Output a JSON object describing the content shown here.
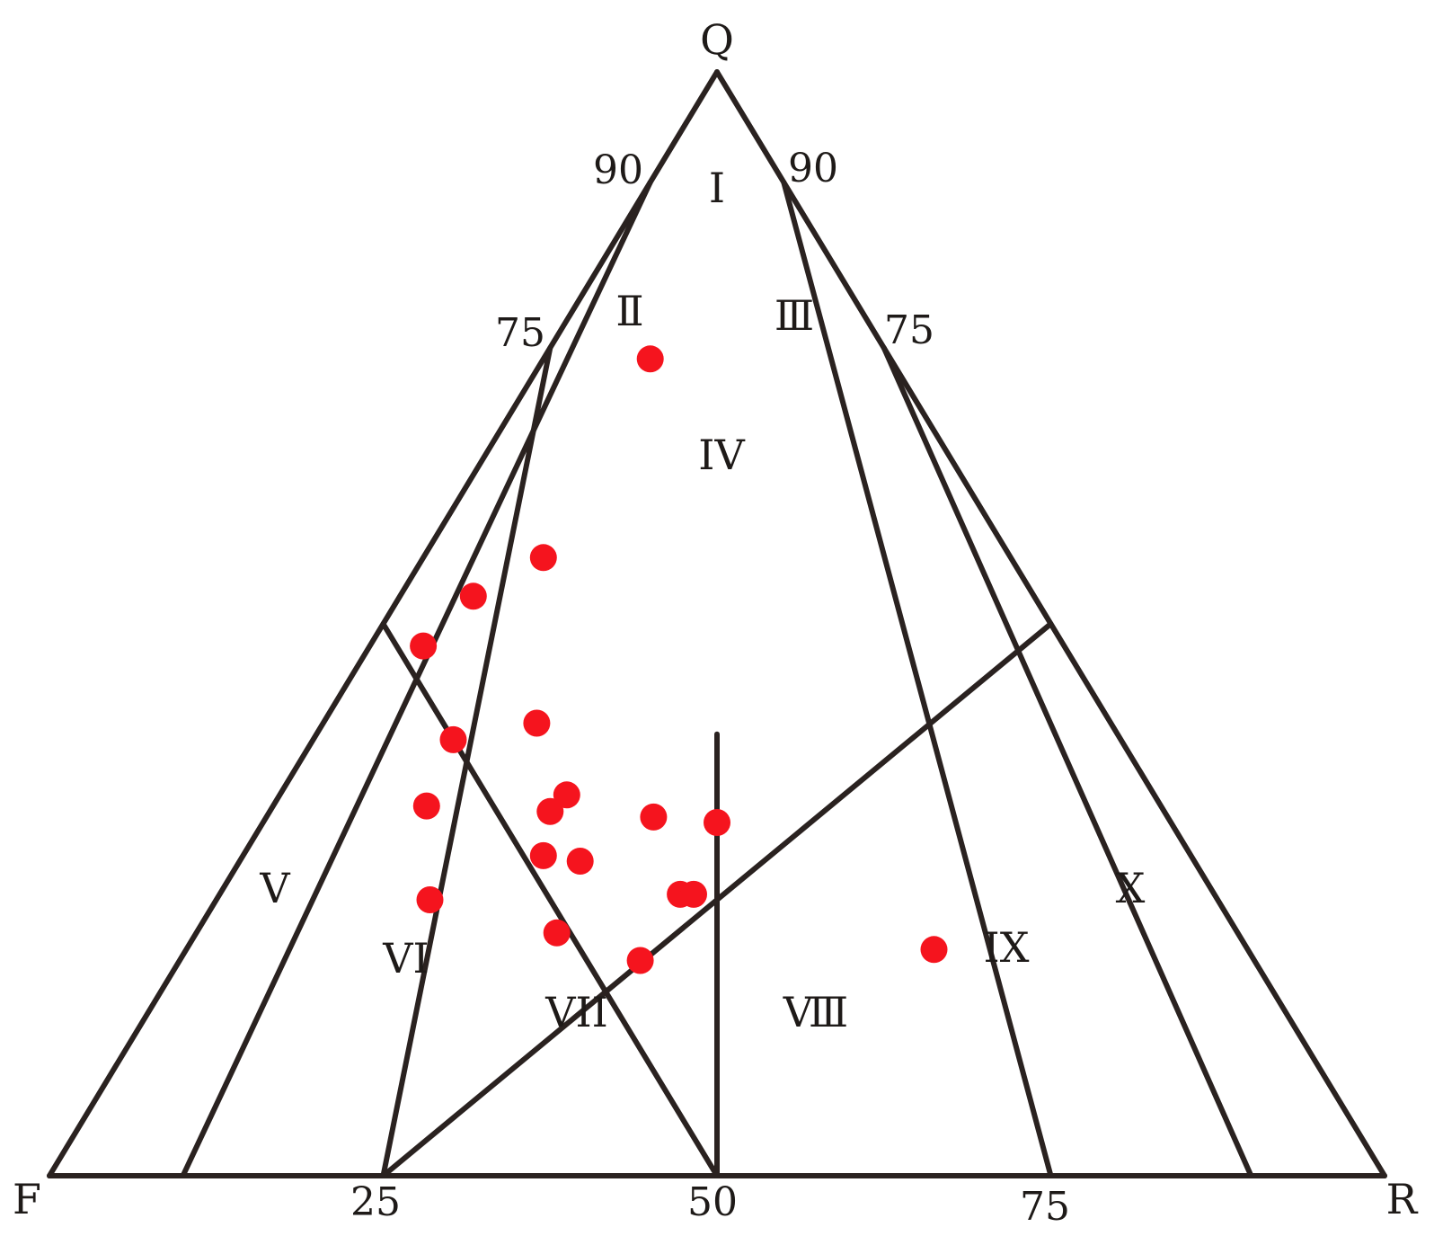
{
  "chart_data": {
    "type": "ternary-scatter",
    "vertices": {
      "top": "Q",
      "left": "F",
      "right": "R"
    },
    "axis_ticks": {
      "left_side": [
        "90",
        "75"
      ],
      "right_side": [
        "90",
        "75"
      ],
      "base": [
        "25",
        "50",
        "75"
      ]
    },
    "regions": [
      "Ⅰ",
      "Ⅱ",
      "Ⅲ",
      "IV",
      "V",
      "VI",
      "VII",
      "Ⅷ",
      "IX",
      "X"
    ],
    "marker_color": "#f5141e",
    "line_color": "#2a2220",
    "points": [
      {
        "Q": 74.0,
        "F": 18.0,
        "R": 8.0
      },
      {
        "Q": 56.0,
        "F": 35.0,
        "R": 9.0
      },
      {
        "Q": 52.5,
        "F": 42.0,
        "R": 5.5
      },
      {
        "Q": 48.0,
        "F": 48.0,
        "R": 4.0
      },
      {
        "Q": 41.0,
        "F": 43.0,
        "R": 16.0
      },
      {
        "Q": 39.5,
        "F": 50.0,
        "R": 10.5
      },
      {
        "Q": 34.5,
        "F": 44.0,
        "R": 21.5
      },
      {
        "Q": 33.5,
        "F": 55.0,
        "R": 11.5
      },
      {
        "Q": 33.0,
        "F": 46.0,
        "R": 21.0
      },
      {
        "Q": 32.5,
        "F": 38.5,
        "R": 29.0
      },
      {
        "Q": 32.0,
        "F": 34.0,
        "R": 34.0
      },
      {
        "Q": 29.0,
        "F": 48.5,
        "R": 22.5
      },
      {
        "Q": 28.5,
        "F": 46.0,
        "R": 25.5
      },
      {
        "Q": 25.0,
        "F": 59.0,
        "R": 16.0
      },
      {
        "Q": 25.5,
        "F": 40.0,
        "R": 34.5
      },
      {
        "Q": 25.5,
        "F": 39.0,
        "R": 35.5
      },
      {
        "Q": 22.0,
        "F": 51.0,
        "R": 27.0
      },
      {
        "Q": 19.5,
        "F": 46.0,
        "R": 34.5
      },
      {
        "Q": 20.5,
        "F": 23.5,
        "R": 56.0
      }
    ]
  }
}
